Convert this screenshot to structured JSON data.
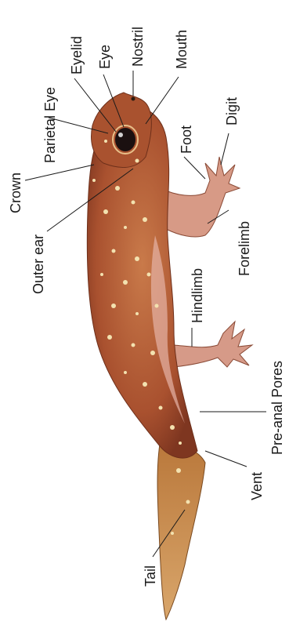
{
  "diagram": {
    "labels": {
      "nostril": "Nostril",
      "eye": "Eye",
      "eyelid": "Eyelid",
      "mouth": "Mouth",
      "parietal_eye": "Parietal Eye",
      "crown": "Crown",
      "outer_ear": "Outer ear",
      "foot": "Foot",
      "digit": "Digit",
      "forelimb": "Forelimb",
      "hindlimb": "Hindlimb",
      "pre_anal_pores": "Pre-anal Pores",
      "vent": "Vent",
      "tail": "Tail"
    },
    "colors": {
      "skin": "#b8603a",
      "skin_dark": "#8a3a22",
      "belly": "#e6b3a6",
      "tail": "#c8893a",
      "spots": "#f3e2b0",
      "eye": "#1b1010",
      "line": "#1a1a1a"
    }
  }
}
